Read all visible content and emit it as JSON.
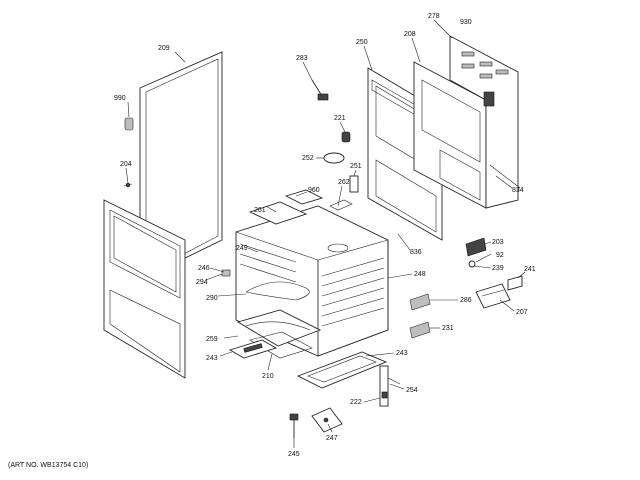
{
  "diagram": {
    "art_number": "(ART NO. WB13754 C10)",
    "callouts": [
      {
        "id": "c-209",
        "text": "209"
      },
      {
        "id": "c-990",
        "text": "990"
      },
      {
        "id": "c-204",
        "text": "204"
      },
      {
        "id": "c-283",
        "text": "283"
      },
      {
        "id": "c-250",
        "text": "250"
      },
      {
        "id": "c-208",
        "text": "208"
      },
      {
        "id": "c-278",
        "text": "278"
      },
      {
        "id": "c-930",
        "text": "930"
      },
      {
        "id": "c-221",
        "text": "221"
      },
      {
        "id": "c-252",
        "text": "252"
      },
      {
        "id": "c-251",
        "text": "251"
      },
      {
        "id": "c-262",
        "text": "262"
      },
      {
        "id": "c-960",
        "text": "960"
      },
      {
        "id": "c-261",
        "text": "261"
      },
      {
        "id": "c-834",
        "text": "834"
      },
      {
        "id": "c-836",
        "text": "836"
      },
      {
        "id": "c-249",
        "text": "249"
      },
      {
        "id": "c-246",
        "text": "246"
      },
      {
        "id": "c-294",
        "text": "294"
      },
      {
        "id": "c-290",
        "text": "290"
      },
      {
        "id": "c-248",
        "text": "248"
      },
      {
        "id": "c-203",
        "text": "203"
      },
      {
        "id": "c-92",
        "text": "92"
      },
      {
        "id": "c-239",
        "text": "239"
      },
      {
        "id": "c-241",
        "text": "241"
      },
      {
        "id": "c-286",
        "text": "286"
      },
      {
        "id": "c-207",
        "text": "207"
      },
      {
        "id": "c-231",
        "text": "231"
      },
      {
        "id": "c-259",
        "text": "259"
      },
      {
        "id": "c-243a",
        "text": "243"
      },
      {
        "id": "c-243b",
        "text": "243"
      },
      {
        "id": "c-210",
        "text": "210"
      },
      {
        "id": "c-254",
        "text": "254"
      },
      {
        "id": "c-222",
        "text": "222"
      },
      {
        "id": "c-247",
        "text": "247"
      },
      {
        "id": "c-245",
        "text": "245"
      }
    ]
  }
}
